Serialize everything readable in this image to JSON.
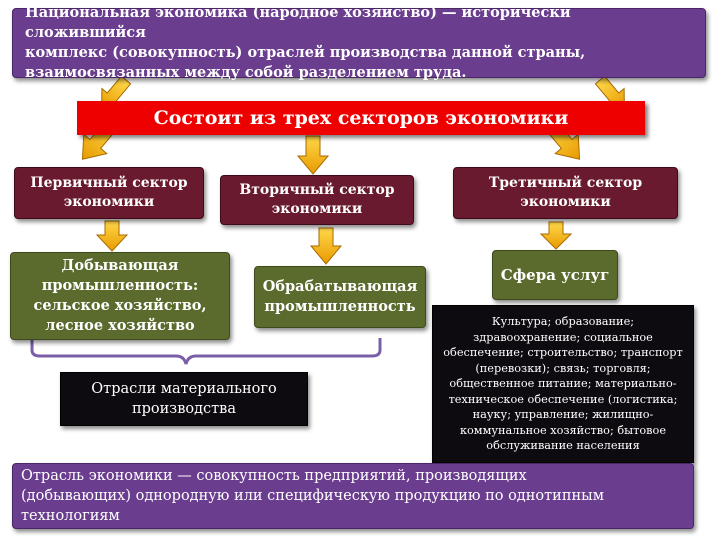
{
  "definition_top": [
    "Национальная экономика (народное хозяйство) — исторически сложившийся",
    "комплекс (совокупность) отраслей производства данной страны,",
    "взаимосвязанных между собой разделением труда."
  ],
  "banner": "Состоит из трех секторов экономики",
  "sectors": {
    "primary": [
      "Первичный сектор",
      "экономики"
    ],
    "secondary": [
      "Вторичный сектор",
      "экономики"
    ],
    "tertiary": [
      "Третичный сектор",
      "экономики"
    ]
  },
  "mining": [
    "Добывающая",
    "промышленность:",
    "сельское хозяйство,",
    "лесное хозяйство"
  ],
  "manufacturing": [
    "Обрабатывающая",
    "промышленность"
  ],
  "services": "Сфера услуг",
  "material_production": [
    "Отрасли материального",
    "производства"
  ],
  "services_list": [
    "Культура; образование;",
    "здравоохранение; социальное",
    "обеспечение; строительство; транспорт",
    "(перевозки); связь; торговля;",
    "общественное питание; материально-",
    "техническое обеспечение (логистика;",
    "науку; управление; жилищно-",
    "коммунальное хозяйство; бытовое",
    "обслуживание населения"
  ],
  "definition_bottom": [
    "Отрасль экономики — совокупность предприятий, производящих",
    "(добывающих) однородную или специфическую продукцию по однотипным",
    "технологиям"
  ],
  "colors": {
    "purple": "#6b3d8f",
    "maroon": "#6a1a2e",
    "olive": "#5b6b2e",
    "banner_red": "#ee0000",
    "arrow_yellow": "#f0b000"
  }
}
